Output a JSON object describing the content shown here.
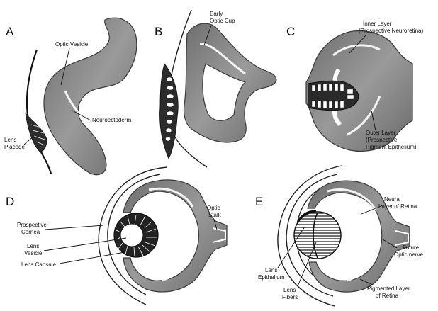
{
  "panels": {
    "a": {
      "letter": "A",
      "labels": {
        "optic_vesicle": "Optic Vesicle",
        "neuroectoderm": "Neuroectoderm",
        "lens_placode_1": "Lens",
        "lens_placode_2": "Placode"
      }
    },
    "b": {
      "letter": "B",
      "labels": {
        "early_optic_cup_1": "Early",
        "early_optic_cup_2": "Optic Cup"
      }
    },
    "c": {
      "letter": "C",
      "labels": {
        "inner_layer_1": "Inner Layer",
        "inner_layer_2": "(Prospective Neuroretina)",
        "outer_layer_1": "Outer Layer",
        "outer_layer_2": "(Prospective",
        "outer_layer_3": "Pigment Epithelium)"
      }
    },
    "d": {
      "letter": "D",
      "labels": {
        "optic_stalk_1": "Optic",
        "optic_stalk_2": "Stalk",
        "prospective_cornea_1": "Prospective",
        "prospective_cornea_2": "Cornea",
        "lens_vesicle_1": "Lens",
        "lens_vesicle_2": "Vesicle",
        "lens_capsule": "Lens Capsule"
      }
    },
    "e": {
      "letter": "E",
      "labels": {
        "neural_layer_1": "Neural",
        "neural_layer_2": "Layer of Retina",
        "future_optic_nerve_1": "Future",
        "future_optic_nerve_2": "Optic nerve",
        "lens_epithelium_1": "Lens",
        "lens_epithelium_2": "Epithelium",
        "lens_fibers_1": "Lens",
        "lens_fibers_2": "Fibers",
        "pigmented_layer_1": "Pigmented Layer",
        "pigmented_layer_2": "of Retina"
      }
    }
  }
}
